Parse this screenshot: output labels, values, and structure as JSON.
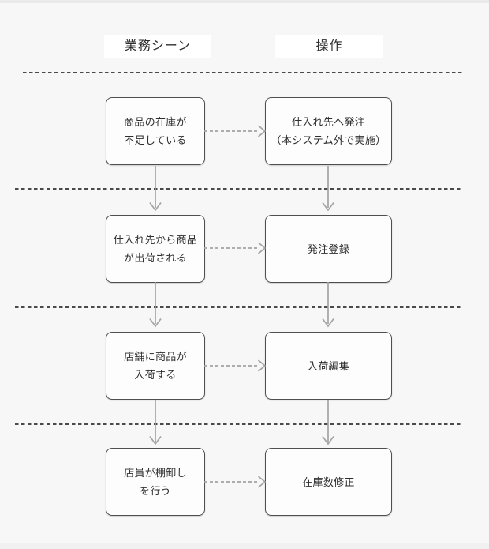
{
  "diagram": {
    "column_headers": [
      {
        "label": "業務シーン"
      },
      {
        "label": "操作"
      }
    ],
    "rows": [
      {
        "scene": {
          "line1": "商品の在庫が",
          "line2": "不足している"
        },
        "operation": {
          "line1": "仕入れ先へ発注",
          "line2": "（本システム外で実施）"
        }
      },
      {
        "scene": {
          "line1": "仕入れ先から商品",
          "line2": "が出荷される"
        },
        "operation": {
          "line1": "発注登録"
        }
      },
      {
        "scene": {
          "line1": "店舗に商品が",
          "line2": "入荷する"
        },
        "operation": {
          "line1": "入荷編集"
        }
      },
      {
        "scene": {
          "line1": "店員が棚卸し",
          "line2": "を行う"
        },
        "operation": {
          "line1": "在庫数修正"
        }
      }
    ]
  },
  "colors": {
    "page_bg": "#f7f7f7",
    "top_strip": "#eaeaea",
    "bottom_strip": "#f1f1f1",
    "header_bg": "#ffffff",
    "box_bg": "#fdfdfd",
    "box_border": "#4f4f4f",
    "separator": "#4a4a4a",
    "arrow": "#a3a3a3",
    "text": "#2e2e2e"
  }
}
